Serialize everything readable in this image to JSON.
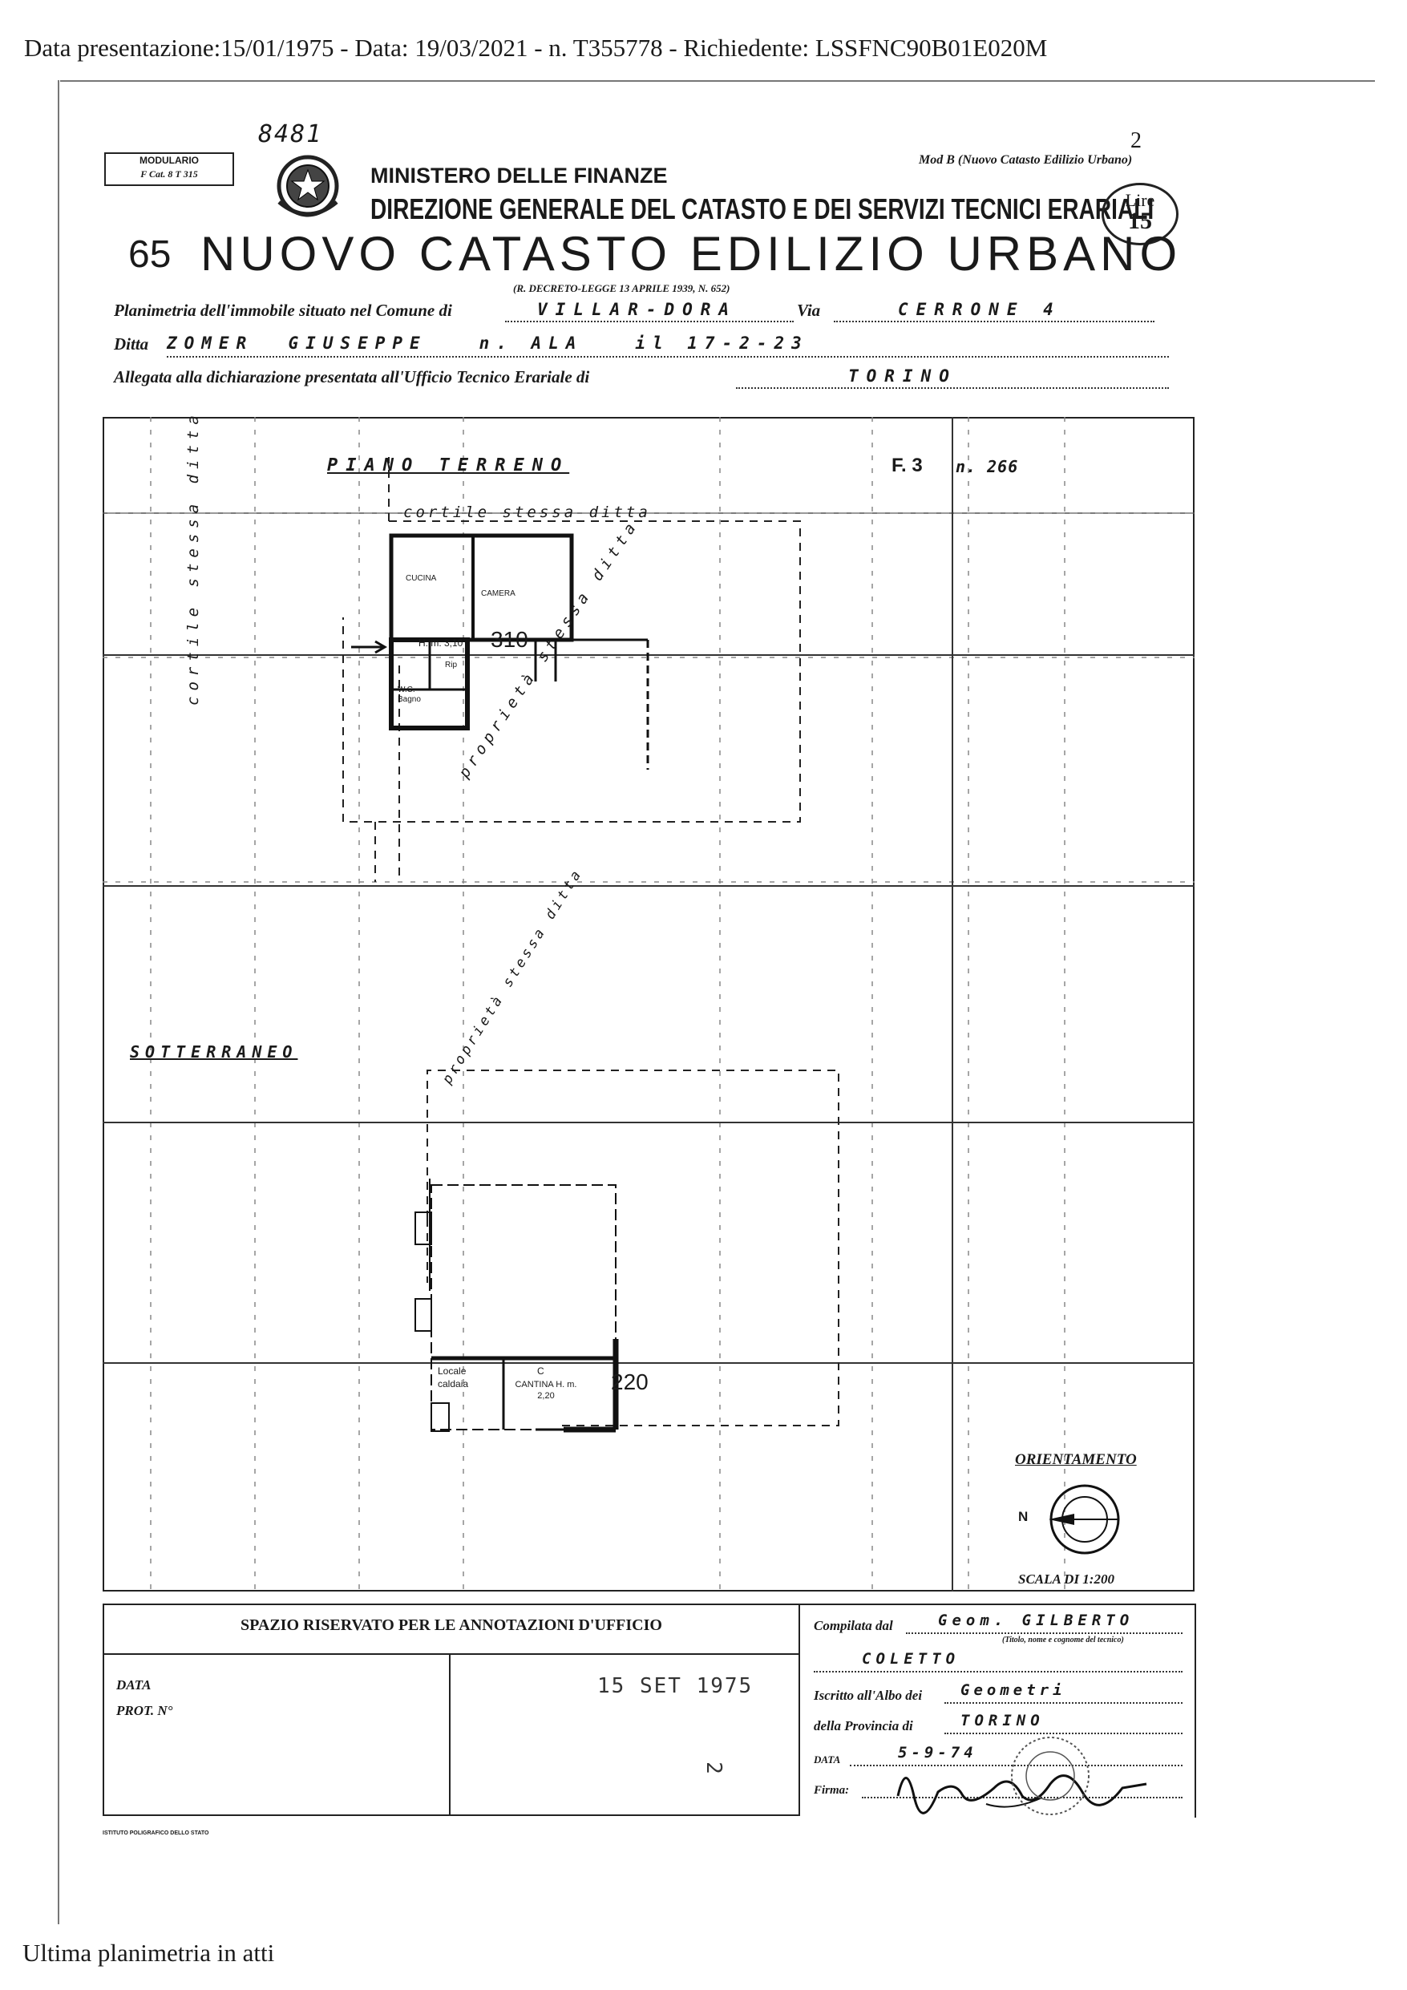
{
  "header_line": "Data presentazione:15/01/1975 - Data: 19/03/2021 - n. T355778 - Richiedente: LSSFNC90B01E020M",
  "footer_line": "Ultima planimetria in atti",
  "handwritten_code": "8481",
  "modulario": {
    "line1": "MODULARIO",
    "line2": "F  Cat. 8  T  315"
  },
  "mod_ref": "Mod  B (Nuovo Catasto Edilizio Urbano)",
  "page_number": "2",
  "ministry": "MINISTERO DELLE FINANZE",
  "direction": "DIREZIONE GENERALE DEL CATASTO E DEI SERVIZI TECNICI ERARIALI",
  "stamp": {
    "label": "Lire",
    "value": "15"
  },
  "form_number": "65",
  "title": "NUOVO CATASTO EDILIZIO URBANO",
  "decree": "(R. DECRETO-LEGGE 13 APRILE 1939, N. 652)",
  "form": {
    "plan_label": "Planimetria dell'immobile situato nel Comune di",
    "comune": "VILLAR-DORA",
    "via_label": "Via",
    "via": "CERRONE 4",
    "ditta_label": "Ditta",
    "ditta": "ZOMER  GIUSEPPE   n. ALA   il 17-2-23",
    "allegata_label": "Allegata alla dichiarazione presentata all'Ufficio Tecnico Erariale di",
    "ufficio": "TORINO"
  },
  "plan": {
    "floor_label": "PIANO TERRENO",
    "sheet_ref": "F. 3",
    "particle_ref": "n. 266",
    "cortile_top": "cortile stessa ditta",
    "cortile_left": "cortile stessa ditta",
    "proprieta_diag": "proprietà stessa ditta",
    "cucina": "CUCINA",
    "camera": "CAMERA",
    "height_label": "H. m. 3,10",
    "height_big": "310",
    "rip": "Rip",
    "wc": "W.C. Bagno",
    "basement_label": "SOTTERRANEO",
    "proprieta_basement": "proprietà stessa ditta",
    "locale": "Locale caldaia",
    "cantina": "CANTINA H. m. 2,20",
    "cantina_c": "C",
    "height_big_basement": "220",
    "orientamento": "ORIENTAMENTO",
    "north": "N",
    "scala": "SCALA DI 1:200"
  },
  "office": {
    "header": "SPAZIO RISERVATO PER LE ANNOTAZIONI D'UFFICIO",
    "data_label": "DATA",
    "prot_label": "PROT. N°",
    "stamp_date": "15 SET 1975",
    "stamp_num": "2"
  },
  "compilata": {
    "label": "Compilata dal",
    "name1": "Geom. GILBERTO",
    "caption": "(Titolo, nome e cognome del tecnico)",
    "name2": "COLETTO",
    "albo_label": "Iscritto all'Albo dei",
    "albo": "Geometri",
    "provincia_label": "della Provincia di",
    "provincia": "TORINO",
    "data_label": "DATA",
    "data": "5-9-74",
    "firma_label": "Firma:"
  },
  "printer": "ISTITUTO POLIGRAFICO DELLO STATO"
}
